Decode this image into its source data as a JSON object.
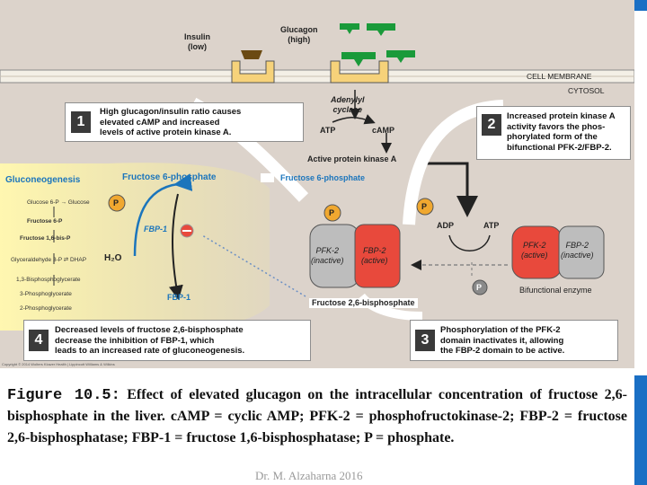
{
  "labels": {
    "insulin": "Insulin\n(low)",
    "glucagon": "Glucagon\n(high)",
    "cell_membrane": "CELL MEMBRANE",
    "cytosol": "CYTOSOL",
    "adenylyl_cyclase": "Adenylyl\ncyclase",
    "atp_top": "ATP",
    "camp": "cAMP",
    "active_pka": "Active protein kinase A",
    "gluconeogenesis": "Gluconeogenesis",
    "f6p_left": "Fructose 6-phosphate",
    "f6p_right": "Fructose 6-phosphate",
    "fbp1_upper": "FBP-1",
    "fbp1_lower": "FBP-1",
    "h2o": "H₂O",
    "p": "P",
    "pfk2_inactive": "PFK-2\n(inactive)",
    "fbp2_active": "FBP-2\n(active)",
    "pfk2_active": "PFK-2\n(active)",
    "fbp2_inactive": "FBP-2\n(inactive)",
    "adp": "ADP",
    "atp_right": "ATP",
    "bifunctional": "Bifunctional enzyme",
    "f26bp": "Fructose 2,6-bisphosphate",
    "copyright": "Copyright © 2014 Wolters Kluwer Health | Lippincott Williams & Wilkins"
  },
  "pathway_steps": [
    "Glucose 6-P → Glucose",
    "Fructose 6-P",
    "Fructose 1,6-bis-P",
    "Glyceraldehyde 3-P ⇄ DHAP",
    "1,3-Bisphosphoglycerate",
    "3-Phosphoglycerate",
    "2-Phosphoglycerate"
  ],
  "steps": [
    {
      "num": "1",
      "text": "High glucagon/insulin ratio causes\nelevated cAMP and increased\nlevels of active protein kinase A."
    },
    {
      "num": "2",
      "text": "Increased protein kinase A\nactivity favors the phos-\nphorylated form of the\nbifunctional PFK-2/FBP-2."
    },
    {
      "num": "3",
      "text": "Phosphorylation of the PFK-2\ndomain inactivates it, allowing\nthe FBP-2 domain to be active."
    },
    {
      "num": "4",
      "text": "Decreased levels of fructose 2,6-bisphosphate\ndecrease the inhibition of FBP-1, which\nleads to an increased rate of gluconeogenesis."
    }
  ],
  "caption": {
    "figure": "Figure 10.5:",
    "text": "Effect of elevated glucagon on the intracellular concentration of fructose 2,6-bisphosphate in the liver. cAMP = cyclic AMP; PFK-2 = phosphofructokinase-2; FBP-2 = fructose 2,6-bisphosphatase; FBP-1 = fructose 1,6-bisphosphatase; P = phosphate."
  },
  "footer": "Dr. M. Alzaharna 2016",
  "colors": {
    "glucagon": "#1a9a3a",
    "insulin": "#6b4a12",
    "enzyme_red": "#e8493c",
    "enzyme_gray": "#bdbdbd",
    "phosphate": "#f0a830",
    "accent_blue": "#1b75bc"
  }
}
